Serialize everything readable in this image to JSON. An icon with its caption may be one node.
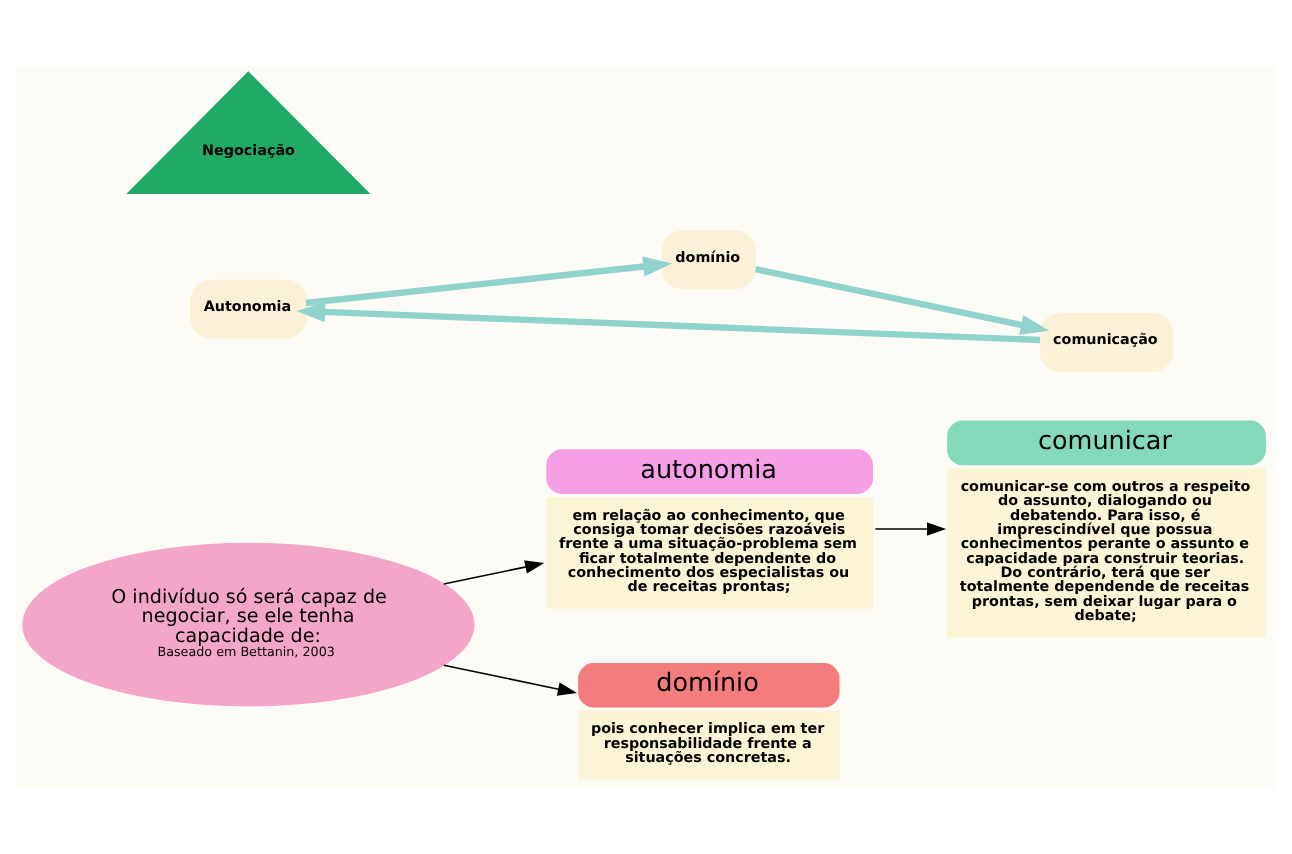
{
  "diagram": {
    "nodes": [
      {
        "text": [
          "O indivíduo só será capaz de negociar, se ele tenha capacidade de:",
          "Baseado em Bettanin, 2003"
        ]
      },
      {
        "text": [
          "autonomia",
          "em relação ao conhecimento, que consiga tomar decisões razoáveis frente a uma situação-problema sem ficar totalmente dependente do conhecimento dos especialistas ou de receitas prontas;"
        ]
      },
      {
        "text": [
          "comunicar",
          "comunicar-se com outros a respeito do assunto, dialogando ou debatendo. Para isso, é imprescindível que possua conhecimentos perante o assunto e capacidade para construir teorias. Do contrário, terá que ser totalmente dependende de receitas prontas, sem deixar lugar para o debate;"
        ]
      },
      {
        "text": [
          "domínio",
          "pois conhecer implica em ter responsabilidade frente a situações concretas."
        ]
      },
      {
        "text": [
          "Autonomia"
        ]
      },
      {
        "text": [
          "Negociação"
        ]
      },
      {
        "text": [
          "comunicação"
        ]
      },
      {
        "text": [
          "domínio"
        ]
      }
    ],
    "edges": [
      {
        "from": 0,
        "to": 1,
        "arrow": "to"
      },
      {
        "from": 0,
        "to": 3,
        "arrow": "to"
      },
      {
        "from": 1,
        "to": 2,
        "arrow": "to"
      },
      {
        "from": 6,
        "to": 4,
        "arrow": "to",
        "style": "thick",
        "color": "#8fd3cc"
      },
      {
        "from": 4,
        "to": 7,
        "arrow": "to",
        "style": "thick",
        "color": "#8fd3cc"
      },
      {
        "from": 7,
        "to": 6,
        "arrow": "to",
        "style": "thick",
        "color": "#8fd3cc"
      }
    ]
  }
}
